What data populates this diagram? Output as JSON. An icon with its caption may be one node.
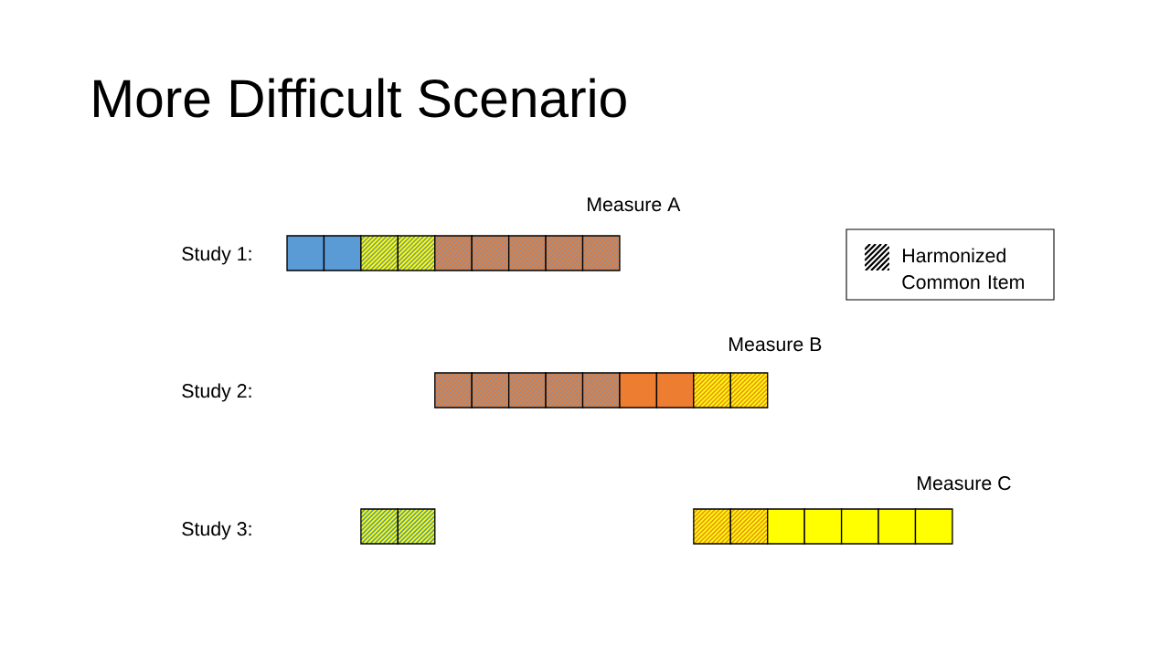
{
  "diagram": {
    "title": "More Difficult Scenario",
    "labels": [
      "Measure A",
      "Study 1:",
      "Measure B",
      "Study 2:",
      "Measure C",
      "Study 3:"
    ],
    "legend": [
      {
        "text": "Harmonized Common Item"
      }
    ]
  }
}
